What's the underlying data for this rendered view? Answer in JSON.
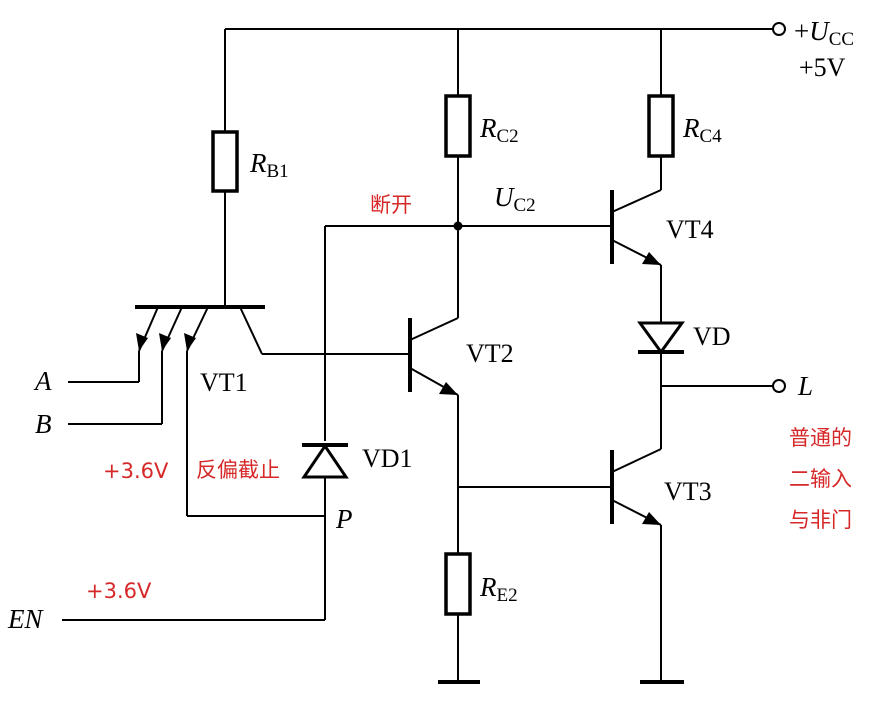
{
  "colors": {
    "wire": "#000000",
    "note": "#d62828"
  },
  "supply": {
    "sign": "+",
    "symbol": "U",
    "subscript": "CC",
    "value": "+5V"
  },
  "resistors": {
    "rb1": {
      "symbol": "R",
      "subscript": "B1"
    },
    "rc2": {
      "symbol": "R",
      "subscript": "C2"
    },
    "rc4": {
      "symbol": "R",
      "subscript": "C4"
    },
    "re2": {
      "symbol": "R",
      "subscript": "E2"
    }
  },
  "node_uc2": {
    "symbol": "U",
    "subscript": "C2"
  },
  "transistors": {
    "vt1": "VT1",
    "vt2": "VT2",
    "vt3": "VT3",
    "vt4": "VT4"
  },
  "diodes": {
    "vd": "VD",
    "vd1": "VD1"
  },
  "inputs": {
    "a": "A",
    "b": "B",
    "en": "EN"
  },
  "node_p": "P",
  "output": "L",
  "notes": {
    "open": "断开",
    "reverse_cutoff": "反偏截止",
    "v_left": "+3.6V",
    "v_en": "+3.6V",
    "gate_line1": "普通的",
    "gate_line2": "二输入",
    "gate_line3": "与非门"
  }
}
